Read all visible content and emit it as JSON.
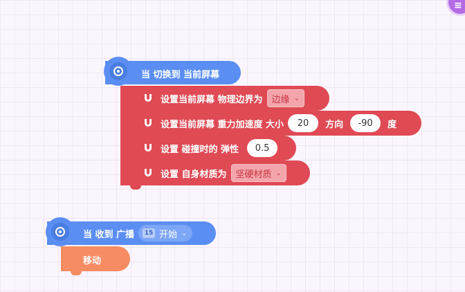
{
  "hat1": {
    "label": "当 切换到 当前屏幕"
  },
  "blocks": [
    {
      "prefix": "设置当前屏幕 物理边界为",
      "dropdown": "边缘"
    },
    {
      "prefix": "设置当前屏幕 重力加速度 大小",
      "size": "20",
      "dir_label": "方向",
      "direction": "-90",
      "unit": "度"
    },
    {
      "prefix": "设置 碰撞时的 弹性",
      "value": "0.5"
    },
    {
      "prefix": "设置 自身材质为",
      "dropdown": "坚硬材质"
    }
  ],
  "hat2": {
    "label": "当 收到 广播",
    "badge": "15",
    "message": "开始"
  },
  "action": {
    "label": "移动"
  },
  "colors": {
    "event_blue": "#5b8ef2",
    "physics_red": "#df4a55",
    "motion_orange": "#f78c62",
    "tool_purple": "#b46ce6"
  }
}
